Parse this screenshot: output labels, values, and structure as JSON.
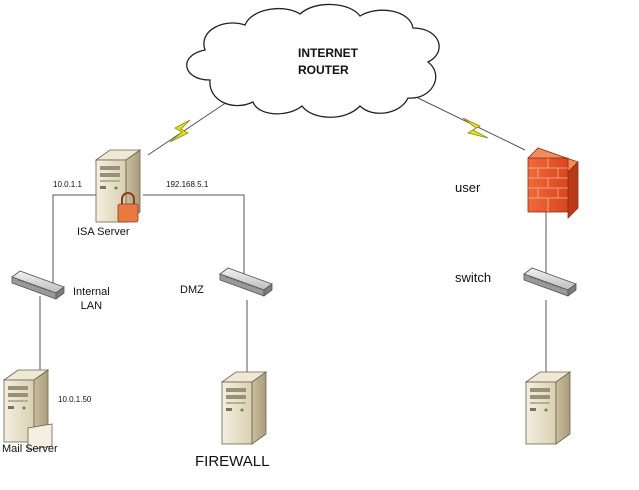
{
  "cloud": {
    "line1": "INTERNET",
    "line2": "ROUTER"
  },
  "isa": {
    "name": "ISA Server",
    "ip_left": "10.0.1.1",
    "ip_right": "192.168.5.1"
  },
  "internal": {
    "line1": "Internal",
    "line2": "LAN"
  },
  "dmz": {
    "label": "DMZ"
  },
  "mail": {
    "name": "Mail Server",
    "ip": "10.0.1.50"
  },
  "firewall": {
    "label": "FIREWALL"
  },
  "user": {
    "label": "user"
  },
  "switch": {
    "label": "switch"
  },
  "icons": [
    "cloud-icon",
    "lightning-icon",
    "server-icon",
    "firewall-icon",
    "switch-icon",
    "padlock-icon"
  ],
  "colors": {
    "cloud_fill": "#ffffff",
    "cloud_stroke": "#222222",
    "line": "#555555",
    "lightning": "#e8e010",
    "firewall_brick": "#e5532a",
    "server_body": "#e8dfc6"
  }
}
